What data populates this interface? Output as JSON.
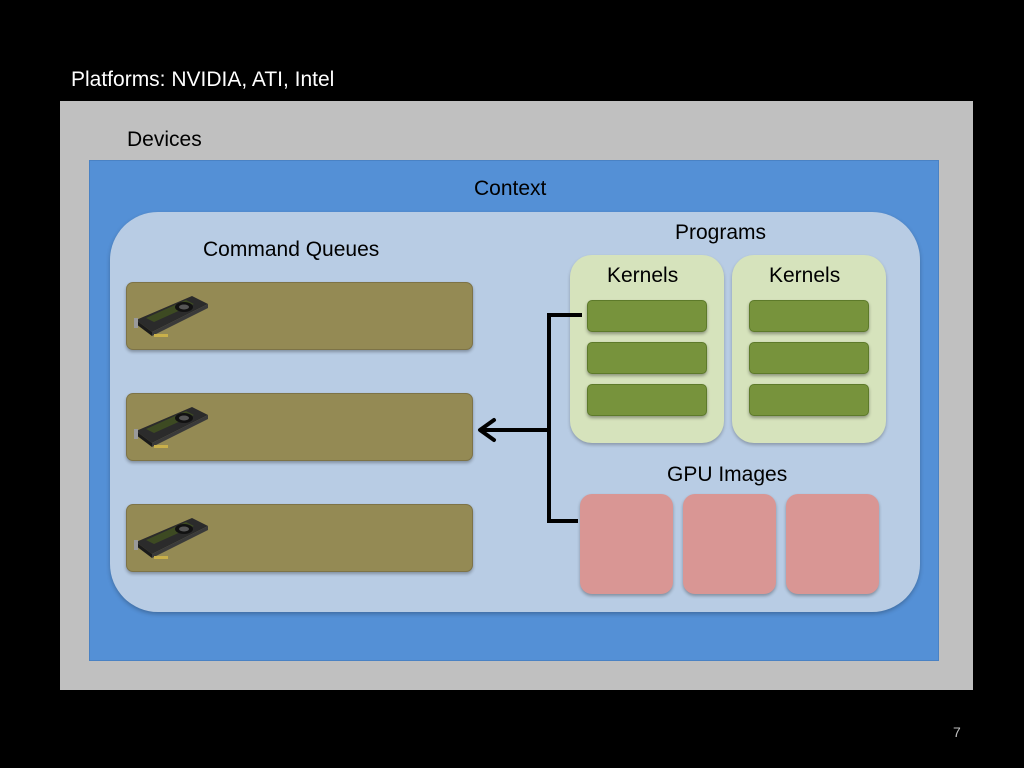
{
  "slide": {
    "platforms_title": "Platforms: NVIDIA, ATI, Intel",
    "page_number": "7"
  },
  "devices": {
    "label": "Devices"
  },
  "context": {
    "label": "Context"
  },
  "command_queues": {
    "label": "Command Queues",
    "queues": [
      {
        "icon": "gpu-card-icon"
      },
      {
        "icon": "gpu-card-icon"
      },
      {
        "icon": "gpu-card-icon"
      }
    ]
  },
  "programs": {
    "label": "Programs",
    "groups": [
      {
        "label": "Kernels",
        "kernel_count": 3
      },
      {
        "label": "Kernels",
        "kernel_count": 3
      }
    ]
  },
  "gpu_images": {
    "label": "GPU Images",
    "count": 3
  },
  "colors": {
    "background": "#000000",
    "devices": "#c0c0c0",
    "context": "#5490d6",
    "context_inner": "#b8cce4",
    "queue": "#948a54",
    "kernel_group": "#d6e3bc",
    "kernel": "#77933c",
    "gpu_image": "#d99694",
    "arrow": "#000000"
  }
}
